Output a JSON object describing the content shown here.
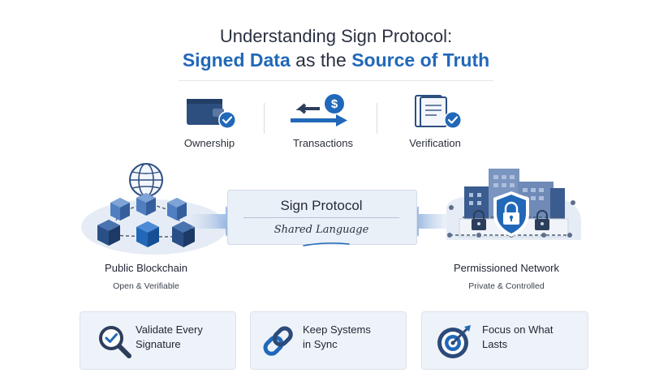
{
  "title": {
    "line1": "Understanding Sign Protocol:",
    "line2_part1": "Signed Data",
    "line2_part2": "as the",
    "line2_part3": "Source of Truth"
  },
  "concepts": [
    {
      "label": "Ownership",
      "icon": "wallet-check-icon"
    },
    {
      "label": "Transactions",
      "icon": "dollar-exchange-arrows-icon"
    },
    {
      "label": "Verification",
      "icon": "document-check-icon"
    }
  ],
  "center": {
    "title": "Sign Protocol",
    "subtitle": "Shared Language"
  },
  "left_network": {
    "title": "Public Blockchain",
    "subtitle": "Open & Verifiable",
    "icon": "globe-cube-network-icon"
  },
  "right_network": {
    "title": "Permissioned Network",
    "subtitle": "Private & Controlled",
    "icon": "building-shield-lock-icon"
  },
  "cards": [
    {
      "line1": "Validate Every",
      "line2": "Signature",
      "icon": "magnifier-check-icon"
    },
    {
      "line1": "Keep Systems",
      "line2": "in Sync",
      "icon": "chain-link-icon"
    },
    {
      "line1": "Focus on What",
      "line2": "Lasts",
      "icon": "target-arrow-icon"
    }
  ],
  "colors": {
    "accent": "#2168b9",
    "dark_navy": "#2c4a7a",
    "panel": "#eaf0f8"
  }
}
